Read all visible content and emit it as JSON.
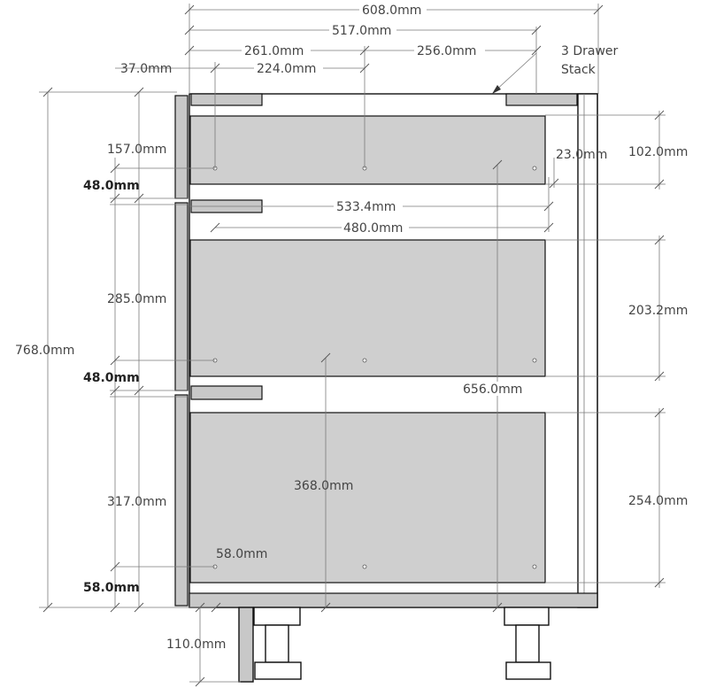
{
  "callout": {
    "line1": "3 Drawer",
    "line2": "Stack"
  },
  "dimensions": {
    "overall_width": "608.0mm",
    "inner_width": "517.0mm",
    "front_offset": "261.0mm",
    "rear_offset": "256.0mm",
    "side_gap": "37.0mm",
    "hole_spacing": "224.0mm",
    "drawer1_height": "157.0mm",
    "gap1": "48.0mm",
    "depth1": "533.4mm",
    "depth2": "480.0mm",
    "drawer1_side": "102.0mm",
    "rail_gap": "23.0mm",
    "drawer2_height": "285.0mm",
    "drawer2_side": "203.2mm",
    "total_height": "768.0mm",
    "gap2": "48.0mm",
    "diag1": "656.0mm",
    "diag2": "368.0mm",
    "drawer3_height": "317.0mm",
    "drawer3_side": "254.0mm",
    "base_offset": "58.0mm",
    "base_bold": "58.0mm",
    "leg_height": "110.0mm"
  }
}
